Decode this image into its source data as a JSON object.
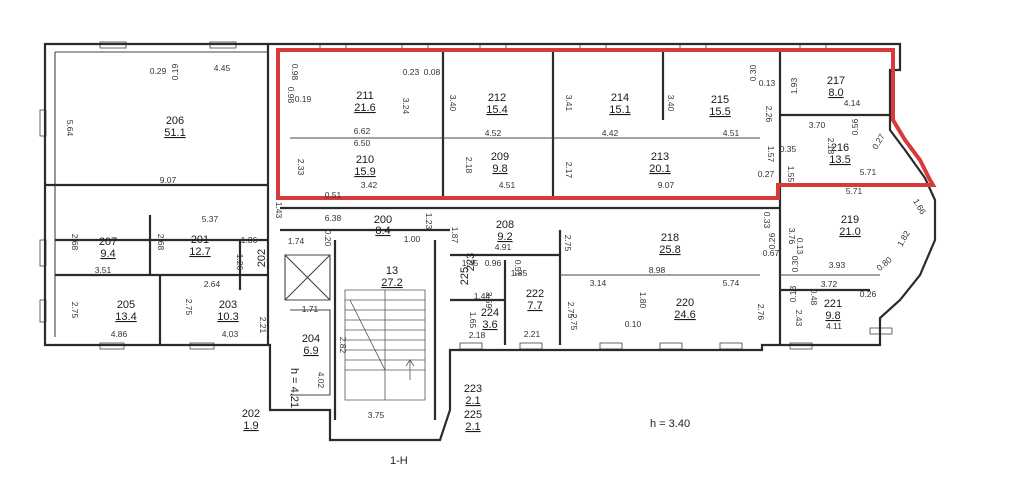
{
  "highlight_color": "#d83a3a",
  "wall_color": "#2b2b2b",
  "rooms": [
    {
      "num": "206",
      "area": "51.1"
    },
    {
      "num": "211",
      "area": "21.6"
    },
    {
      "num": "212",
      "area": "15.4"
    },
    {
      "num": "214",
      "area": "15.1"
    },
    {
      "num": "215",
      "area": "15.5"
    },
    {
      "num": "217",
      "area": "8.0"
    },
    {
      "num": "216",
      "area": "13.5"
    },
    {
      "num": "210",
      "area": "15.9"
    },
    {
      "num": "209",
      "area": "9.8"
    },
    {
      "num": "213",
      "area": "20.1"
    },
    {
      "num": "207",
      "area": "9.4"
    },
    {
      "num": "201",
      "area": "12.7"
    },
    {
      "num": "205",
      "area": "13.4"
    },
    {
      "num": "203",
      "area": "10.3"
    },
    {
      "num": "202",
      "area": ""
    },
    {
      "num": "200",
      "area": "8.4"
    },
    {
      "num": "208",
      "area": "9.2"
    },
    {
      "num": "218",
      "area": "25.8"
    },
    {
      "num": "219",
      "area": "21.0"
    },
    {
      "num": "13",
      "area": "27.2"
    },
    {
      "num": "204",
      "area": "6.9"
    },
    {
      "num": "225",
      "area": ""
    },
    {
      "num": "222",
      "area": "7.7"
    },
    {
      "num": "224",
      "area": "3.6"
    },
    {
      "num": "223",
      "area": ""
    },
    {
      "num": "220",
      "area": "24.6"
    },
    {
      "num": "221",
      "area": "9.8"
    },
    {
      "num": "223",
      "area": "2.1"
    },
    {
      "num": "225",
      "area": "2.1"
    },
    {
      "num": "202",
      "area": "1.9"
    }
  ],
  "dims": [
    "0.29",
    "0.19",
    "4.45",
    "5.64",
    "9.07",
    "0.98",
    "0.98",
    "0.19",
    "0.23",
    "0.08",
    "3.24",
    "3.40",
    "3.41",
    "3.40",
    "0.30",
    "0.13",
    "1.93",
    "4.14",
    "6.62",
    "6.50",
    "4.52",
    "4.42",
    "4.51",
    "2.26",
    "3.70",
    "0.56",
    "0.27",
    "2.18",
    "0.35",
    "2.33",
    "2.18",
    "2.17",
    "1.57",
    "1.55",
    "0.27",
    "5.71",
    "0.51",
    "3.42",
    "4.51",
    "9.07",
    "5.37",
    "6.38",
    "1.23",
    "1.87",
    "0.33",
    "5.71",
    "1.66",
    "2.68",
    "2.68",
    "1.36",
    "1.26",
    "1.74",
    "0.20",
    "1.00",
    "4.91",
    "2.75",
    "3.76",
    "3.51",
    "2.64",
    "2.75",
    "0.26",
    "0.13",
    "0.67",
    "0.30",
    "1.82",
    "0.80",
    "2.75",
    "2.75",
    "4.86",
    "4.03",
    "2.21",
    "1.43",
    "1.71",
    "4.02",
    "1.45",
    "0.96",
    "0.51",
    "1.85",
    "3.14",
    "1.80",
    "8.98",
    "5.74",
    "3.93",
    "0.13",
    "3.72",
    "0.26",
    "1.44",
    "3.59",
    "2.75",
    "0.48",
    "1.65",
    "2.21",
    "0.10",
    "2.76",
    "2.43",
    "4.11",
    "2.18",
    "3.75",
    "2.82",
    "4.21"
  ],
  "height_note": "h = 3.40",
  "stair_height": "h = 4.21",
  "axis_label": "1-H"
}
